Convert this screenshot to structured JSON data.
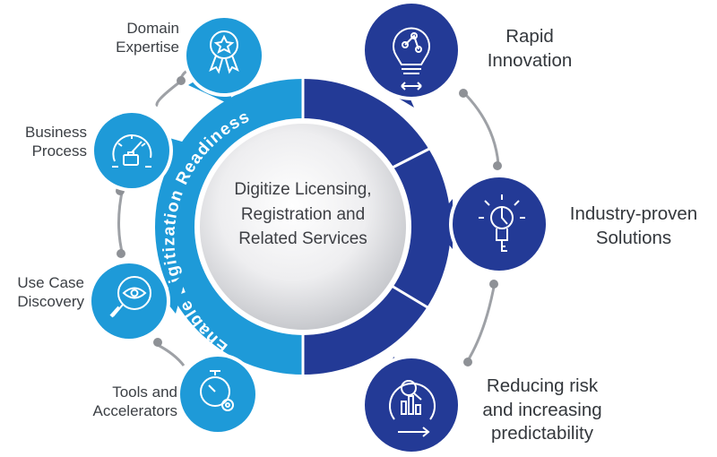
{
  "center": {
    "lines": [
      "Digitize Licensing,",
      "Registration and",
      "Related Services"
    ]
  },
  "ring": {
    "left_text": "Enable Digitization Readiness",
    "left_color": "#1e9ad8",
    "right_color": "#233a96"
  },
  "left_items": [
    {
      "lines": [
        "Domain",
        "Expertise"
      ],
      "icon": "award-ribbon-icon"
    },
    {
      "lines": [
        "Business",
        "Process"
      ],
      "icon": "process-dial-icon"
    },
    {
      "lines": [
        "Use Case",
        "Discovery"
      ],
      "icon": "magnifier-eye-icon"
    },
    {
      "lines": [
        "Tools and",
        "Accelerators"
      ],
      "icon": "stopwatch-gear-icon"
    }
  ],
  "right_items": [
    {
      "lines": [
        "Rapid",
        "Innovation"
      ],
      "icon": "lightbulb-network-icon"
    },
    {
      "lines": [
        "Industry-proven",
        "Solutions"
      ],
      "icon": "idea-key-icon"
    },
    {
      "lines": [
        "Reducing risk",
        "and increasing",
        "predictability"
      ],
      "icon": "chart-magnifier-icon"
    }
  ]
}
